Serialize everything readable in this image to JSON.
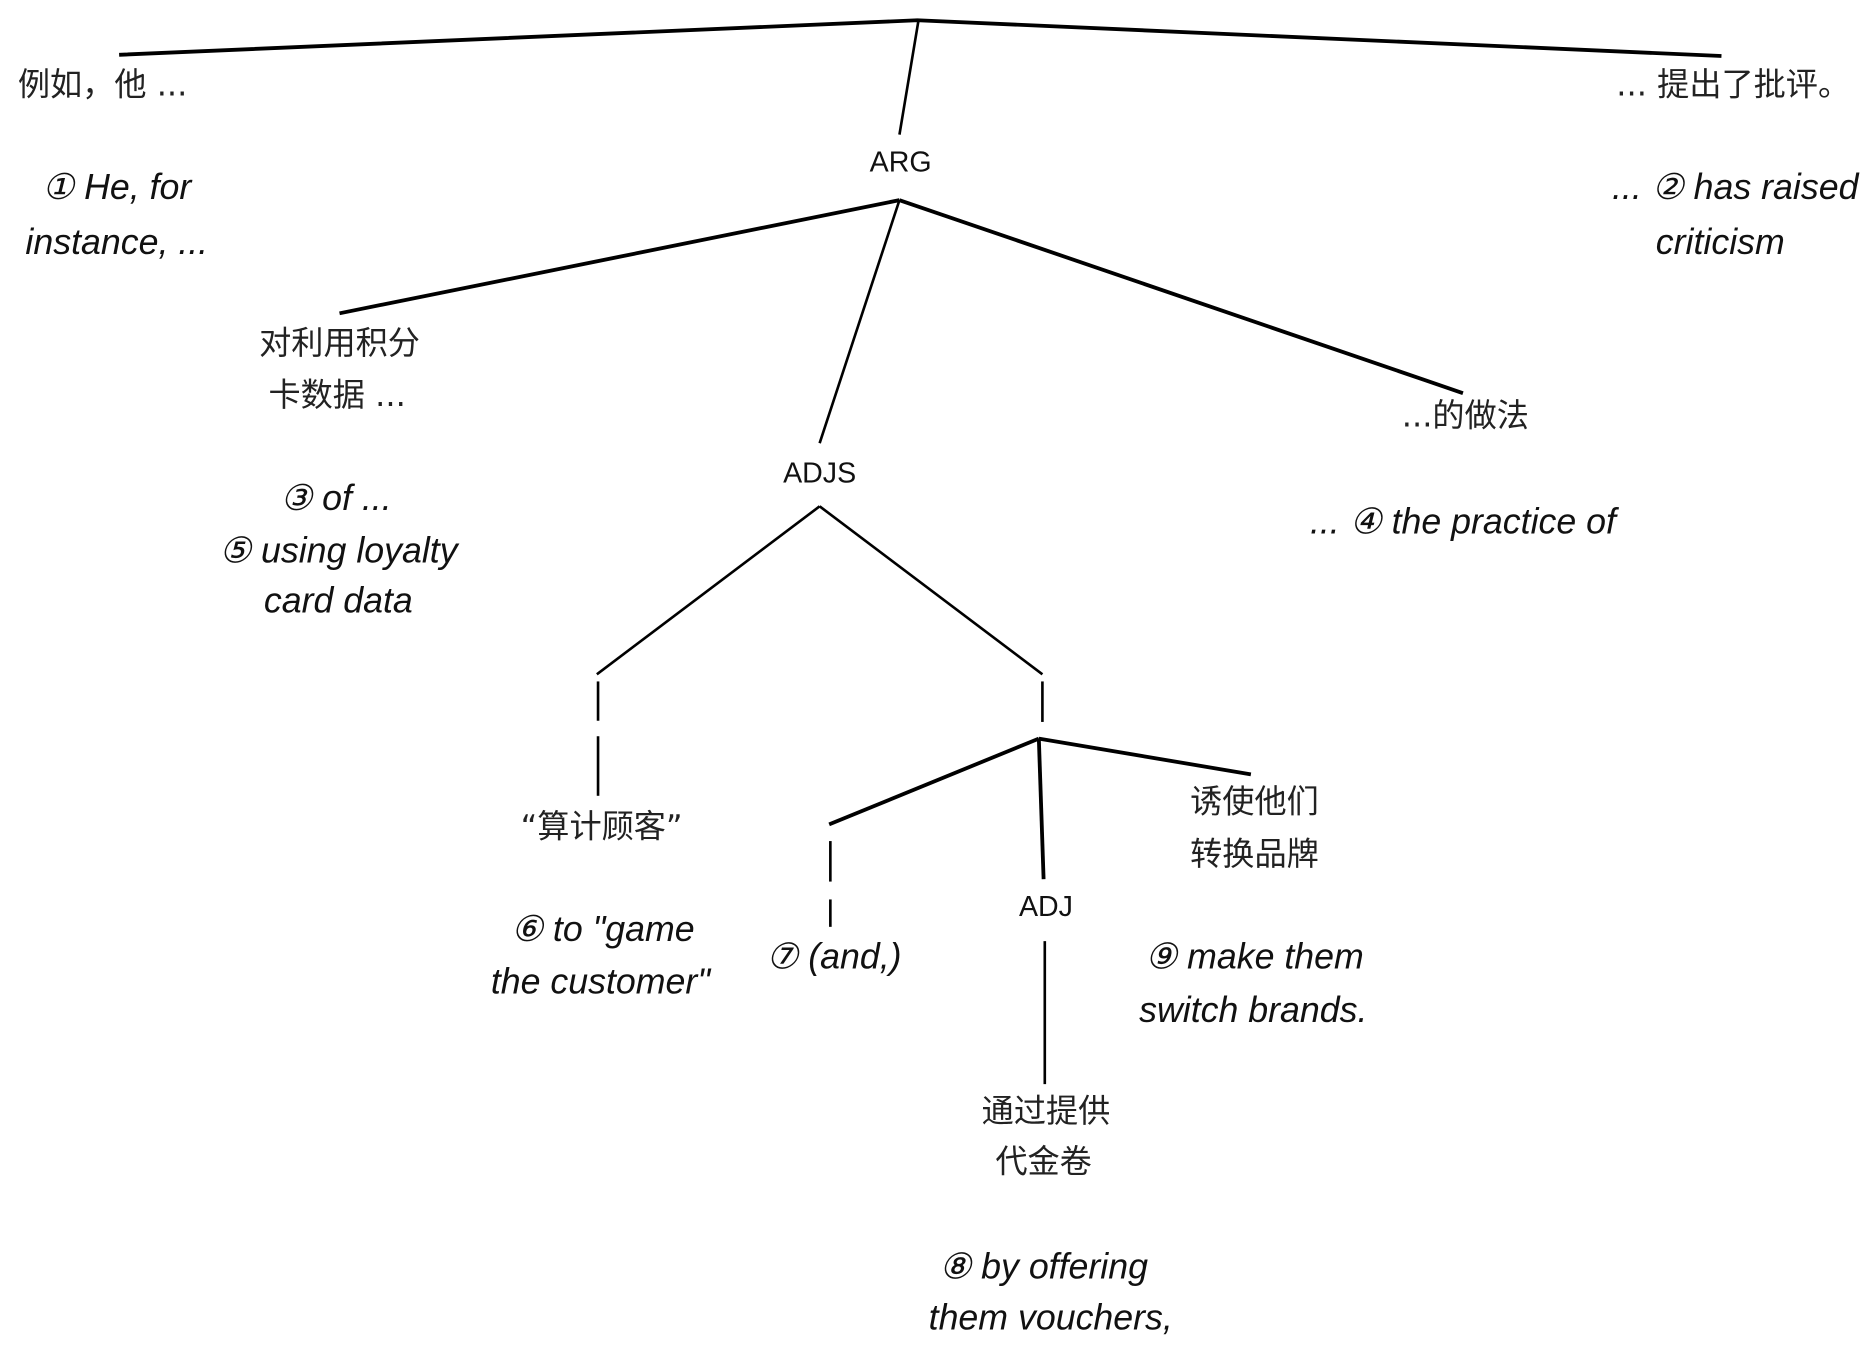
{
  "nodes": {
    "arg": "ARG",
    "adjs": "ADJS",
    "adj": "ADJ"
  },
  "segments": [
    {
      "zh": [
        "例如，他 ..."
      ],
      "en": [
        "① He, for",
        "instance, ..."
      ]
    },
    {
      "zh": [
        "... 提出了批评。"
      ],
      "en": [
        "... ② has raised",
        "criticism"
      ]
    },
    {
      "zh": [
        "对利用积分",
        "卡数据 ..."
      ],
      "en": [
        "③ of ...",
        "⑤ using loyalty",
        "card data"
      ]
    },
    {
      "zh": [
        "...的做法"
      ],
      "en": [
        "... ④ the practice of"
      ]
    },
    {
      "zh": [
        "“算计顾客”"
      ],
      "en": [
        "⑥  to \"game",
        "the customer\""
      ]
    },
    {
      "zh": [],
      "en": [
        "⑦ (and,)"
      ]
    },
    {
      "zh": [
        "通过提供",
        "代金卷"
      ],
      "en": [
        "⑧ by offering",
        "them vouchers,"
      ]
    },
    {
      "zh": [
        "诱使他们",
        "转换品牌"
      ],
      "en": [
        "⑨ make them",
        "switch brands."
      ]
    }
  ]
}
